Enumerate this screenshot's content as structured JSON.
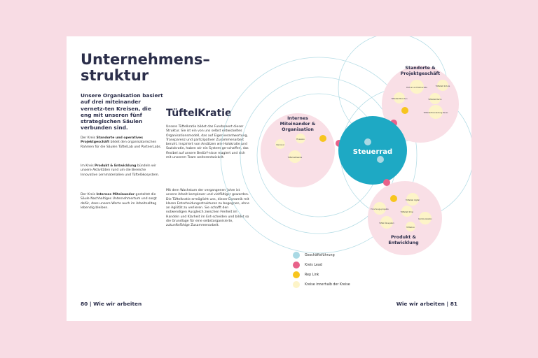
{
  "left_page": {
    "title_line1": "Unternehmens–",
    "title_line2": "struktur",
    "lead": "Unsere Organisation basiert auf drei miteinander vernetz-ten Kreisen, die eng mit unseren fünf strategischen Säulen verbunden sind.",
    "p1": {
      "pre": "Der Kreis ",
      "bold": "Standorte und operatives Projektgeschäft",
      "post": " bildet den organisatorischen Rahmen für die Säulen TüftelLab und PartnerLabs."
    },
    "p2": {
      "pre": "Im Kreis ",
      "bold": "Produkt & Entwicklung",
      "post": " bündeln wir unsere Aktivitäten rund um die Bereiche Innovative Lernmaterialien und Tüftelökosystem."
    },
    "p3": {
      "pre": "Der Kreis ",
      "bold": "Internes Miteinander",
      "post": " gestaltet die Säule Nachhaltiges Unternehmertum und sorgt dafür, dass unsere Werte auch im Arbeitsalltag lebendig bleiben."
    },
    "footer": "80 | Wie wir arbeiten"
  },
  "middle": {
    "heading": "TüftelKratie",
    "p1": "Unsere Tüftelkratie bildet das Fundament dieser Struktur. Sie ist ein von uns selbst entwickeltes Organisationsmodell, das auf Eigenverantwortung, Transparenz und partizipativer Zusammenarbeit beruht. Inspiriert von Ansätzen wie Holokratie und Soziokratie, haben wir ein System ge-schaffen, das flexibel auf unsere Bedürf-nisse reagiert und sich mit unserem Team weiterentwickelt.",
    "p2": "Mit dem Wachstum der vergangenen Jahre ist unsere Arbeit komplexer und vielfältiger geworden. Die Tüftelkratie ermöglicht uns, dieser Dynamik mit klaren Entscheidungsstrukturen zu begegnen, ohne an Agilität zu verlieren. Sie schafft den notwendigen Ausgleich zwischen Freiheit im Handeln und Klarheit im Ent-scheiden und bildet so die Grundlage für eine selbstorganisierte, zukunftsfähige Zusammenarbeit."
  },
  "diagram": {
    "center": "Steuerrad",
    "internes": {
      "line1": "Internes",
      "line2": "Miteinander &",
      "line3": "Organisation",
      "items": [
        "Finanzen",
        "Personal",
        "Tüftelnetzwerke"
      ]
    },
    "standorte": {
      "line1": "Standorte &",
      "line2": "Projektgeschäft",
      "items": [
        "Tüftellab Schule",
        "Partner und Partnerlabs",
        "Tüftellab München",
        "Tüftellab Berlin",
        "Tüftellab Brandenburg-Neuss"
      ]
    },
    "produkt": {
      "line1": "Produkt &",
      "line2": "Entwicklung",
      "items": [
        "Tüftellab digital",
        "Forschungs-projekte",
        "Tüftellab Shop",
        "Kommunikation",
        "Tüftel Ökosystem",
        "Tüftelbox"
      ]
    }
  },
  "legend": [
    {
      "label": "Geschäftsführung",
      "color": "#a9d9e4"
    },
    {
      "label": "Kreis Lead",
      "color": "#e8628a"
    },
    {
      "label": "Rep Link",
      "color": "#f7c51e"
    },
    {
      "label": "Kreise innerhalb der Kreise",
      "color": "#fdf4c8"
    }
  ],
  "right_page": {
    "footer": "Wie wir arbeiten | 81"
  },
  "colors": {
    "background": "#f8dce4",
    "teal": "#1ea9c4",
    "pink_circle": "#f9dfe6",
    "navy": "#2b2e4a"
  }
}
